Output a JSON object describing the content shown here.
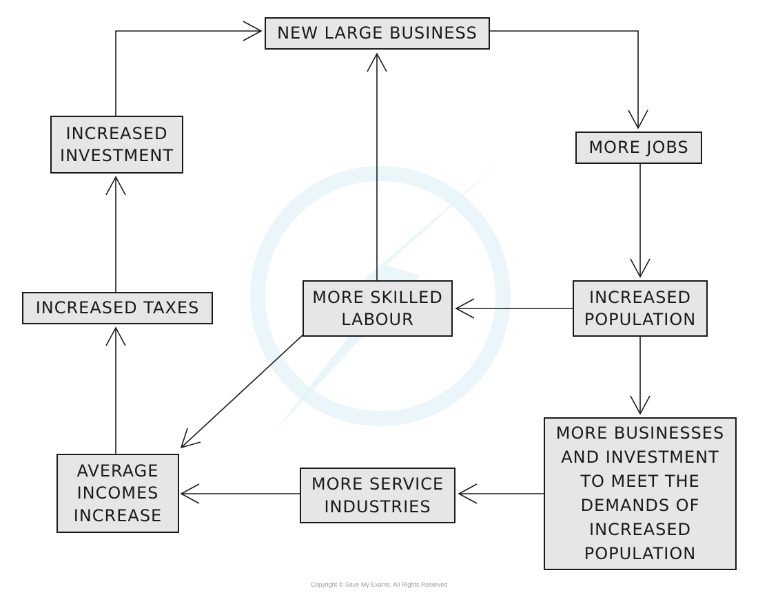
{
  "diagram": {
    "nodes": {
      "new_large_business": "NEW LARGE BUSINESS",
      "more_jobs": "MORE JOBS",
      "increased_investment": "INCREASED\nINVESTMENT",
      "increased_taxes": "INCREASED TAXES",
      "more_skilled_labour": "MORE SKILLED\nLABOUR",
      "increased_population": "INCREASED\nPOPULATION",
      "average_incomes_increase": "AVERAGE\nINCOMES\nINCREASE",
      "more_service_industries": "MORE SERVICE\nINDUSTRIES",
      "more_businesses_and_investment": "MORE BUSINESSES\nAND INVESTMENT\nTO MEET THE\nDEMANDS OF\nINCREASED\nPOPULATION"
    },
    "edges": [
      {
        "from": "new_large_business",
        "to": "more_jobs"
      },
      {
        "from": "more_jobs",
        "to": "increased_population"
      },
      {
        "from": "increased_population",
        "to": "more_skilled_labour"
      },
      {
        "from": "increased_population",
        "to": "more_businesses_and_investment"
      },
      {
        "from": "more_skilled_labour",
        "to": "new_large_business"
      },
      {
        "from": "more_skilled_labour",
        "to": "average_incomes_increase"
      },
      {
        "from": "more_businesses_and_investment",
        "to": "more_service_industries"
      },
      {
        "from": "more_service_industries",
        "to": "average_incomes_increase"
      },
      {
        "from": "average_incomes_increase",
        "to": "increased_taxes"
      },
      {
        "from": "increased_taxes",
        "to": "increased_investment"
      },
      {
        "from": "increased_investment",
        "to": "new_large_business"
      }
    ],
    "colors": {
      "box_fill": "#e6e6e6",
      "stroke": "#1a1a1a",
      "watermark": "#dceff7"
    }
  },
  "footer": {
    "copyright": "Copyright © Save My Exams. All Rights Reserved"
  }
}
